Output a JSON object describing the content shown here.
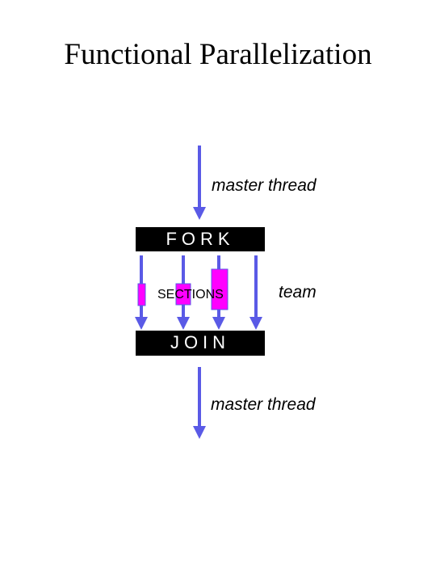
{
  "title": "Functional Parallelization",
  "labels": {
    "master_thread_top": "master thread",
    "fork": "FORK",
    "team": "team",
    "sections": "SECTIONS",
    "join": "JOIN",
    "master_thread_bottom": "master thread"
  },
  "colors": {
    "arrow": "#5a5ae6",
    "section_block": "#ff00ff",
    "bar": "#000000",
    "bar_text": "#ffffff"
  }
}
